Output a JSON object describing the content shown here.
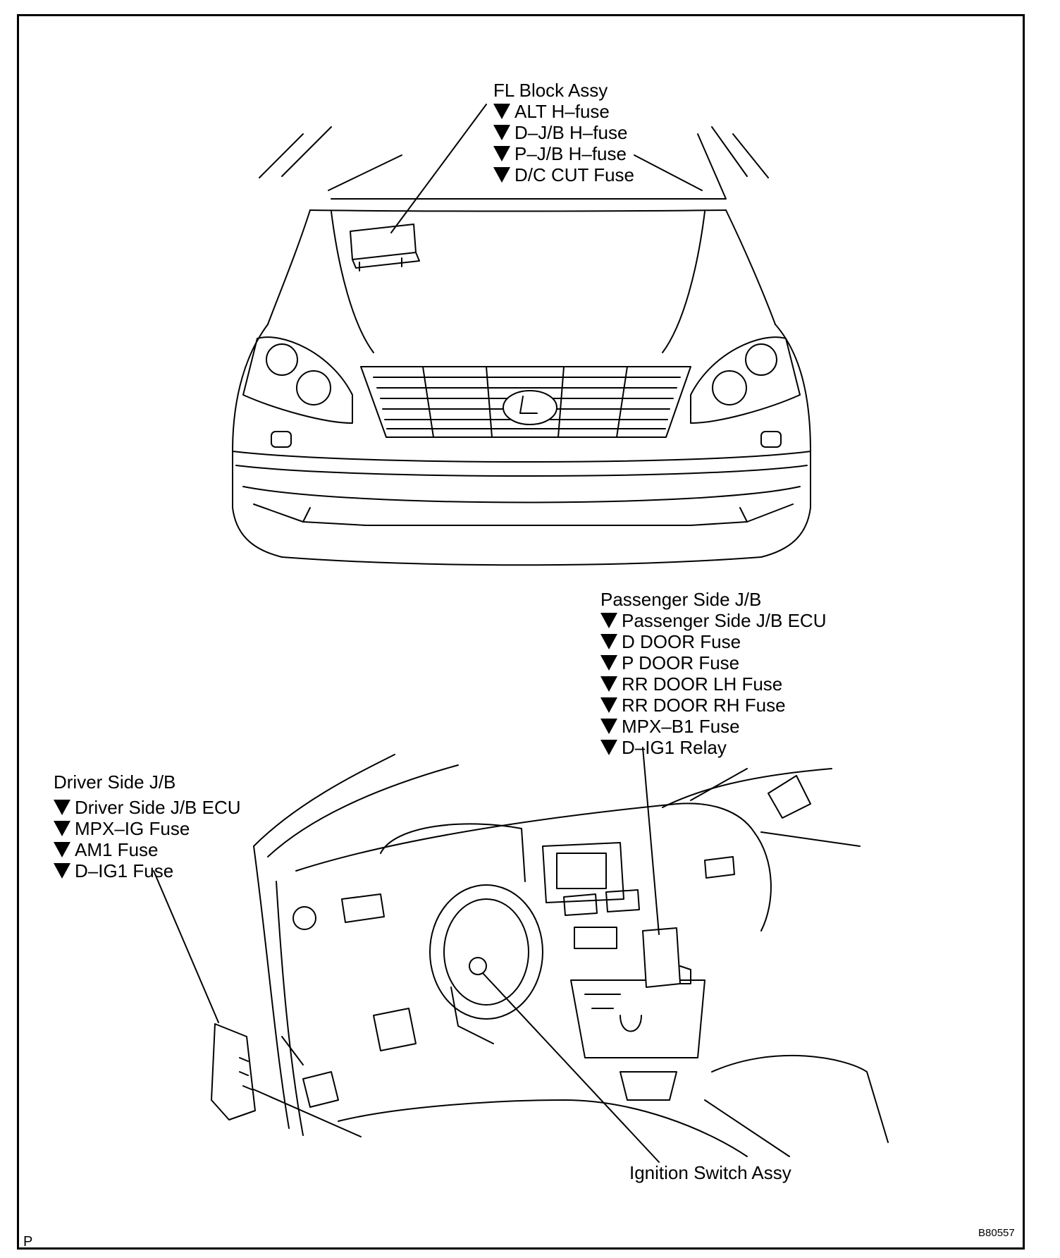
{
  "fl_block": {
    "title": "FL Block Assy",
    "items": [
      "ALT H–fuse",
      "D–J/B H–fuse",
      "P–J/B H–fuse",
      "D/C CUT Fuse"
    ]
  },
  "passenger_jb": {
    "title": "Passenger Side J/B",
    "items": [
      "Passenger Side J/B ECU",
      "D DOOR Fuse",
      "P DOOR Fuse",
      "RR DOOR LH Fuse",
      "RR DOOR RH Fuse",
      "MPX–B1 Fuse",
      "D–IG1 Relay"
    ]
  },
  "driver_jb": {
    "title": "Driver Side J/B",
    "items": [
      "Driver Side J/B ECU",
      "MPX–IG Fuse",
      "AM1 Fuse",
      "D–IG1 Fuse"
    ]
  },
  "ignition": {
    "title": "Ignition Switch Assy"
  },
  "corner_left": "P",
  "figure_code": "B80557"
}
